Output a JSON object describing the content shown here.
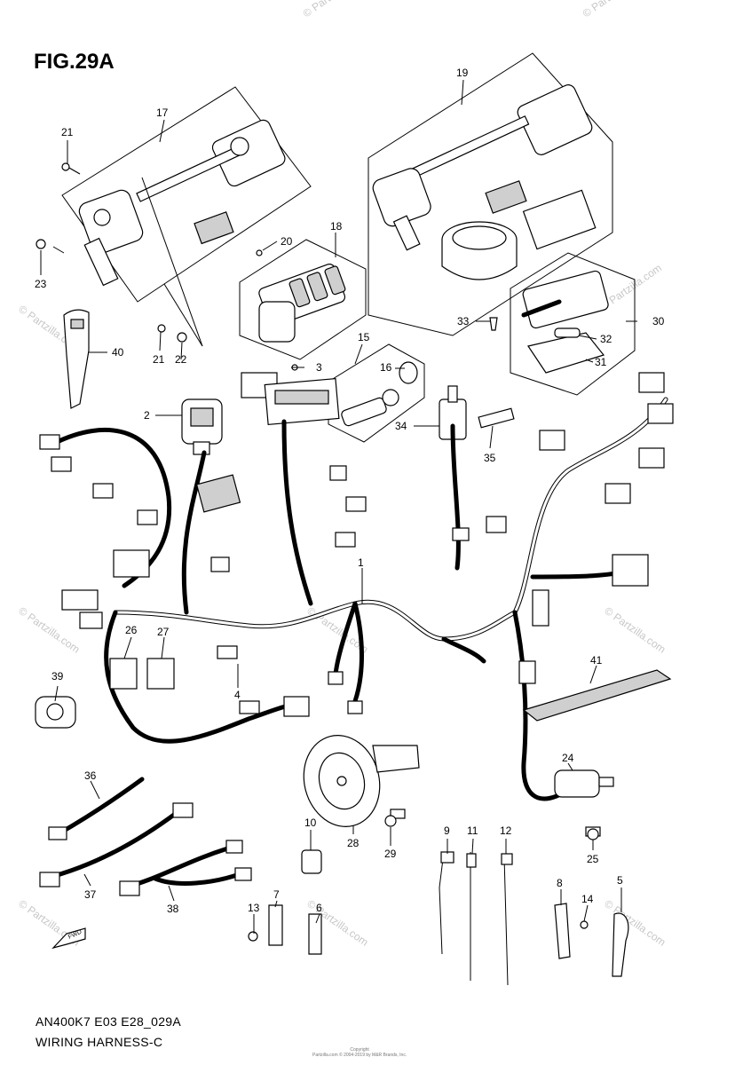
{
  "figure": {
    "title": "FIG.29A",
    "code": "AN400K7 E03 E28_029A",
    "name": "WIRING HARNESS-C",
    "copyright": "Copyright\nPartzilla.com © 2004-2019 by M&R Brands, Inc.",
    "watermark": "© Partzilla.com",
    "fwd_label": "FWD"
  },
  "callouts": [
    "1",
    "2",
    "3",
    "4",
    "5",
    "6",
    "7",
    "8",
    "9",
    "10",
    "11",
    "12",
    "13",
    "14",
    "15",
    "16",
    "17",
    "18",
    "19",
    "20",
    "21",
    "21",
    "22",
    "23",
    "24",
    "25",
    "26",
    "27",
    "28",
    "29",
    "30",
    "31",
    "32",
    "33",
    "34",
    "35",
    "36",
    "37",
    "38",
    "39",
    "40",
    "41"
  ]
}
